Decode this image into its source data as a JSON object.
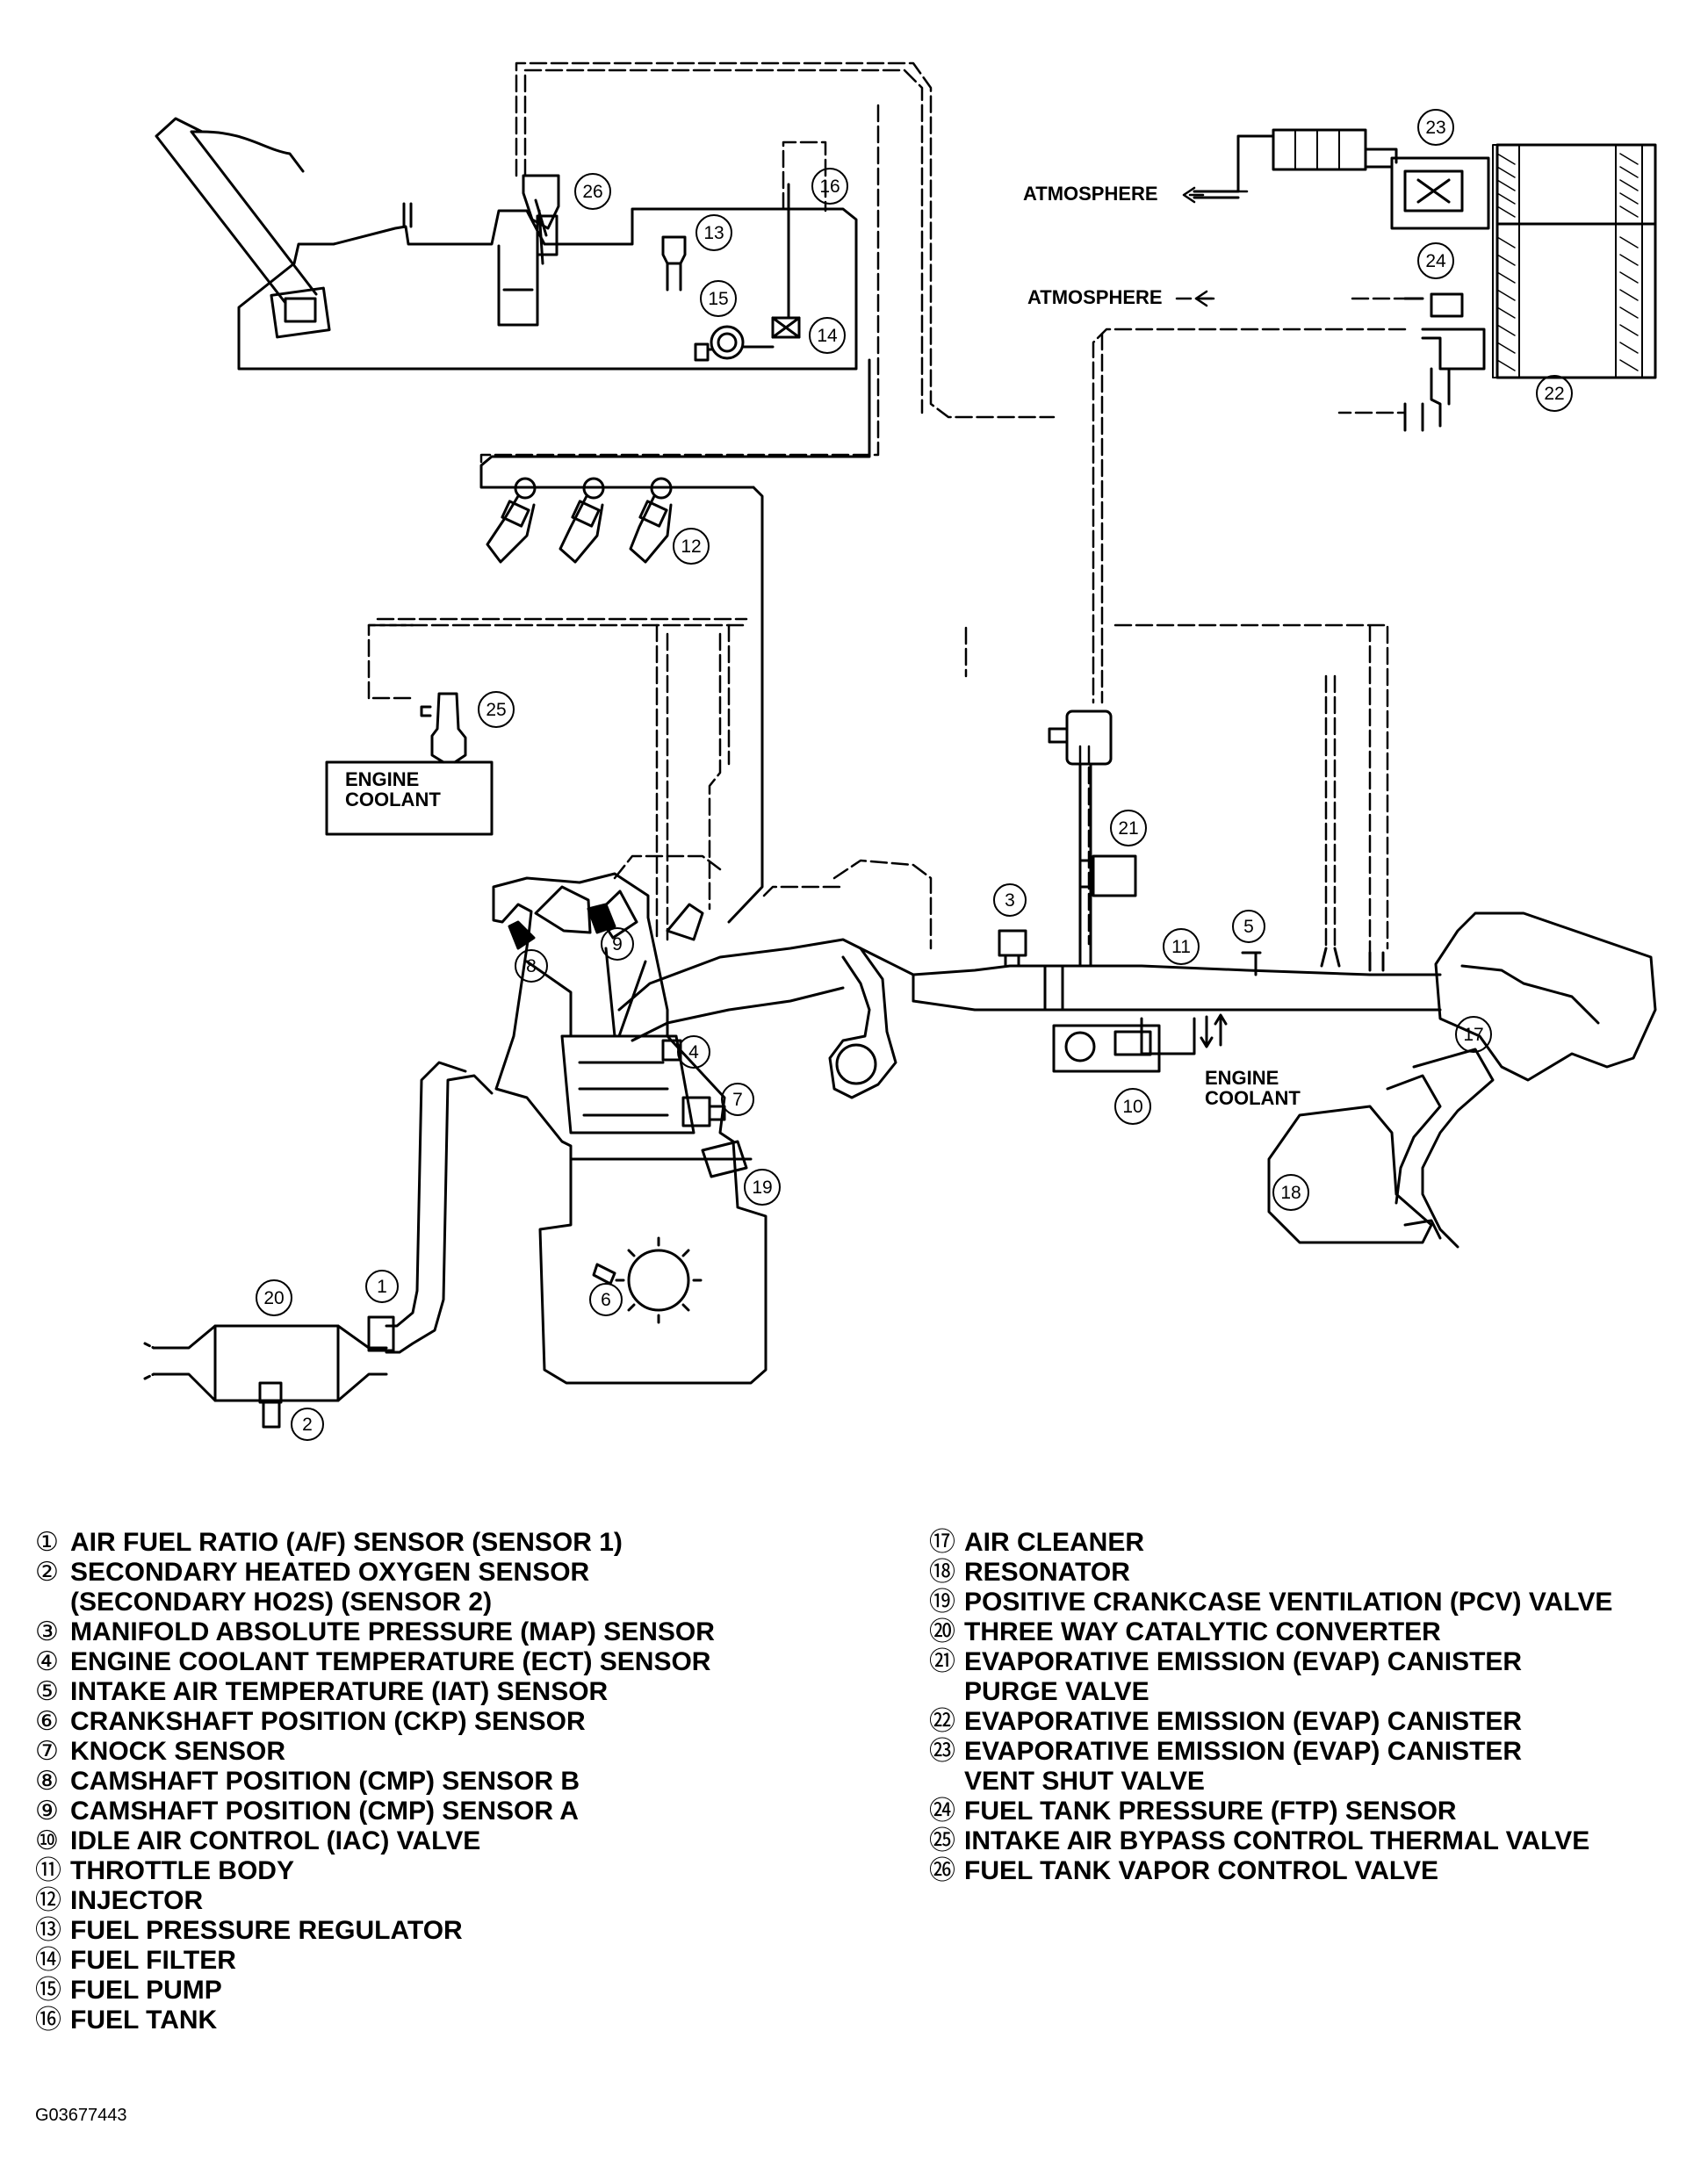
{
  "diagram": {
    "callouts": [
      "1",
      "2",
      "3",
      "4",
      "5",
      "6",
      "7",
      "8",
      "9",
      "10",
      "11",
      "12",
      "13",
      "14",
      "15",
      "16",
      "17",
      "18",
      "19",
      "20",
      "21",
      "22",
      "23",
      "24",
      "25",
      "26"
    ],
    "labels": {
      "atmosphere_top": "ATMOSPHERE",
      "atmosphere_mid": "ATMOSPHERE",
      "engine_coolant_left_1": "ENGINE",
      "engine_coolant_left_2": "COOLANT",
      "engine_coolant_right_1": "ENGINE",
      "engine_coolant_right_2": "COOLANT"
    }
  },
  "legend": {
    "left": [
      {
        "marker": "①",
        "text": "AIR FUEL RATIO (A/F) SENSOR (SENSOR 1)"
      },
      {
        "marker": "②",
        "text": "SECONDARY HEATED OXYGEN SENSOR\n(SECONDARY HO2S) (SENSOR 2)"
      },
      {
        "marker": "③",
        "text": "MANIFOLD ABSOLUTE PRESSURE (MAP) SENSOR"
      },
      {
        "marker": "④",
        "text": "ENGINE COOLANT TEMPERATURE (ECT) SENSOR"
      },
      {
        "marker": "⑤",
        "text": "INTAKE AIR TEMPERATURE (IAT) SENSOR"
      },
      {
        "marker": "⑥",
        "text": "CRANKSHAFT POSITION (CKP) SENSOR"
      },
      {
        "marker": "⑦",
        "text": "KNOCK SENSOR"
      },
      {
        "marker": "⑧",
        "text": "CAMSHAFT POSITION (CMP) SENSOR B"
      },
      {
        "marker": "⑨",
        "text": "CAMSHAFT POSITION (CMP) SENSOR A"
      },
      {
        "marker": "⑩",
        "text": "IDLE AIR CONTROL (IAC) VALVE"
      },
      {
        "marker": "⑪",
        "text": "THROTTLE BODY"
      },
      {
        "marker": "⑫",
        "text": "INJECTOR"
      },
      {
        "marker": "⑬",
        "text": "FUEL PRESSURE REGULATOR"
      },
      {
        "marker": "⑭",
        "text": "FUEL FILTER"
      },
      {
        "marker": "⑮",
        "text": "FUEL PUMP"
      },
      {
        "marker": "⑯",
        "text": "FUEL TANK"
      }
    ],
    "right": [
      {
        "marker": "⑰",
        "text": "AIR CLEANER"
      },
      {
        "marker": "⑱",
        "text": "RESONATOR"
      },
      {
        "marker": "⑲",
        "text": "POSITIVE CRANKCASE VENTILATION (PCV) VALVE"
      },
      {
        "marker": "⑳",
        "text": "THREE WAY CATALYTIC CONVERTER"
      },
      {
        "marker": "㉑",
        "text": "EVAPORATIVE EMISSION (EVAP) CANISTER\nPURGE VALVE"
      },
      {
        "marker": "㉒",
        "text": "EVAPORATIVE EMISSION (EVAP) CANISTER"
      },
      {
        "marker": "㉓",
        "text": "EVAPORATIVE EMISSION (EVAP) CANISTER\nVENT SHUT VALVE"
      },
      {
        "marker": "㉔",
        "text": "FUEL TANK PRESSURE (FTP) SENSOR"
      },
      {
        "marker": "㉕",
        "text": "INTAKE AIR BYPASS CONTROL THERMAL VALVE"
      },
      {
        "marker": "㉖",
        "text": "FUEL TANK VAPOR CONTROL VALVE"
      }
    ]
  },
  "figure_id": "G03677443"
}
